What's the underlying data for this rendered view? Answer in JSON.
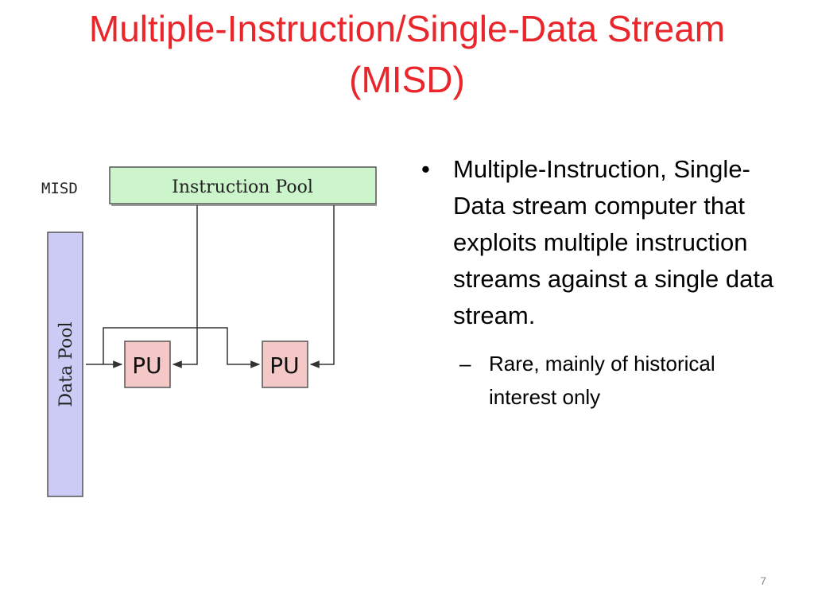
{
  "slide": {
    "title_line1": "Multiple-Instruction/Single-Data Stream",
    "title_line2": "(MISD)",
    "page_number": "7",
    "title_color": "#e8262b"
  },
  "diagram": {
    "label": "MISD",
    "instruction_pool": "Instruction Pool",
    "data_pool": "Data Pool",
    "units": [
      {
        "label": "PU"
      },
      {
        "label": "PU"
      }
    ],
    "colors": {
      "instruction_pool_fill": "#ccf5cc",
      "data_pool_fill": "#cbcbf5",
      "pu_fill": "#f5c8c8"
    }
  },
  "bullets": [
    {
      "text": "Multiple-Instruction, Single-Data stream computer that exploits multiple instruction streams against a single data stream.",
      "mark": "•",
      "sub": [
        {
          "text": "Rare, mainly of historical interest only",
          "mark": "–"
        }
      ]
    }
  ]
}
